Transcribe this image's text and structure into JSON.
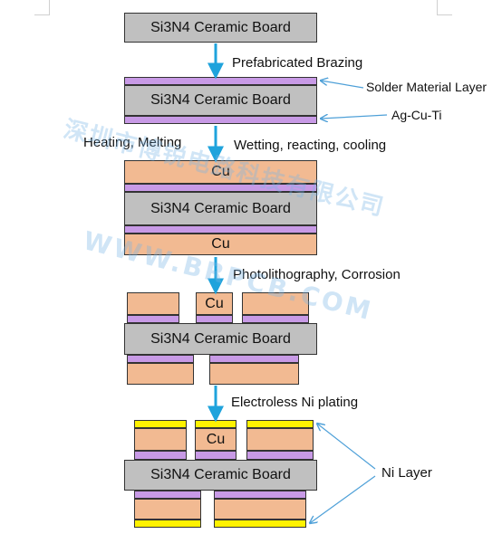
{
  "board_label": "Si3N4 Ceramic Board",
  "cu_label": "Cu",
  "steps": {
    "prefab": "Prefabricated Brazing",
    "heating": "Heating, Melting",
    "wetting": "Wetting, reacting, cooling",
    "photo": "Photolithography, Corrosion",
    "electroless": "Electroless Ni plating"
  },
  "annotations": {
    "solder_layer": "Solder Material Layer",
    "agcuti": "Ag-Cu-Ti",
    "ni_layer": "Ni Layer"
  },
  "watermark": {
    "line1": "深圳市博锐电路科技有限公司",
    "line2": "WWW.BRPCB.COM"
  },
  "colors": {
    "ceramic": "#c0c0c0",
    "copper": "#f2ba92",
    "solder": "#c89ae6",
    "nickel": "#fff200",
    "arrow": "#1fa3dc",
    "pointer": "#4ea0d8"
  }
}
